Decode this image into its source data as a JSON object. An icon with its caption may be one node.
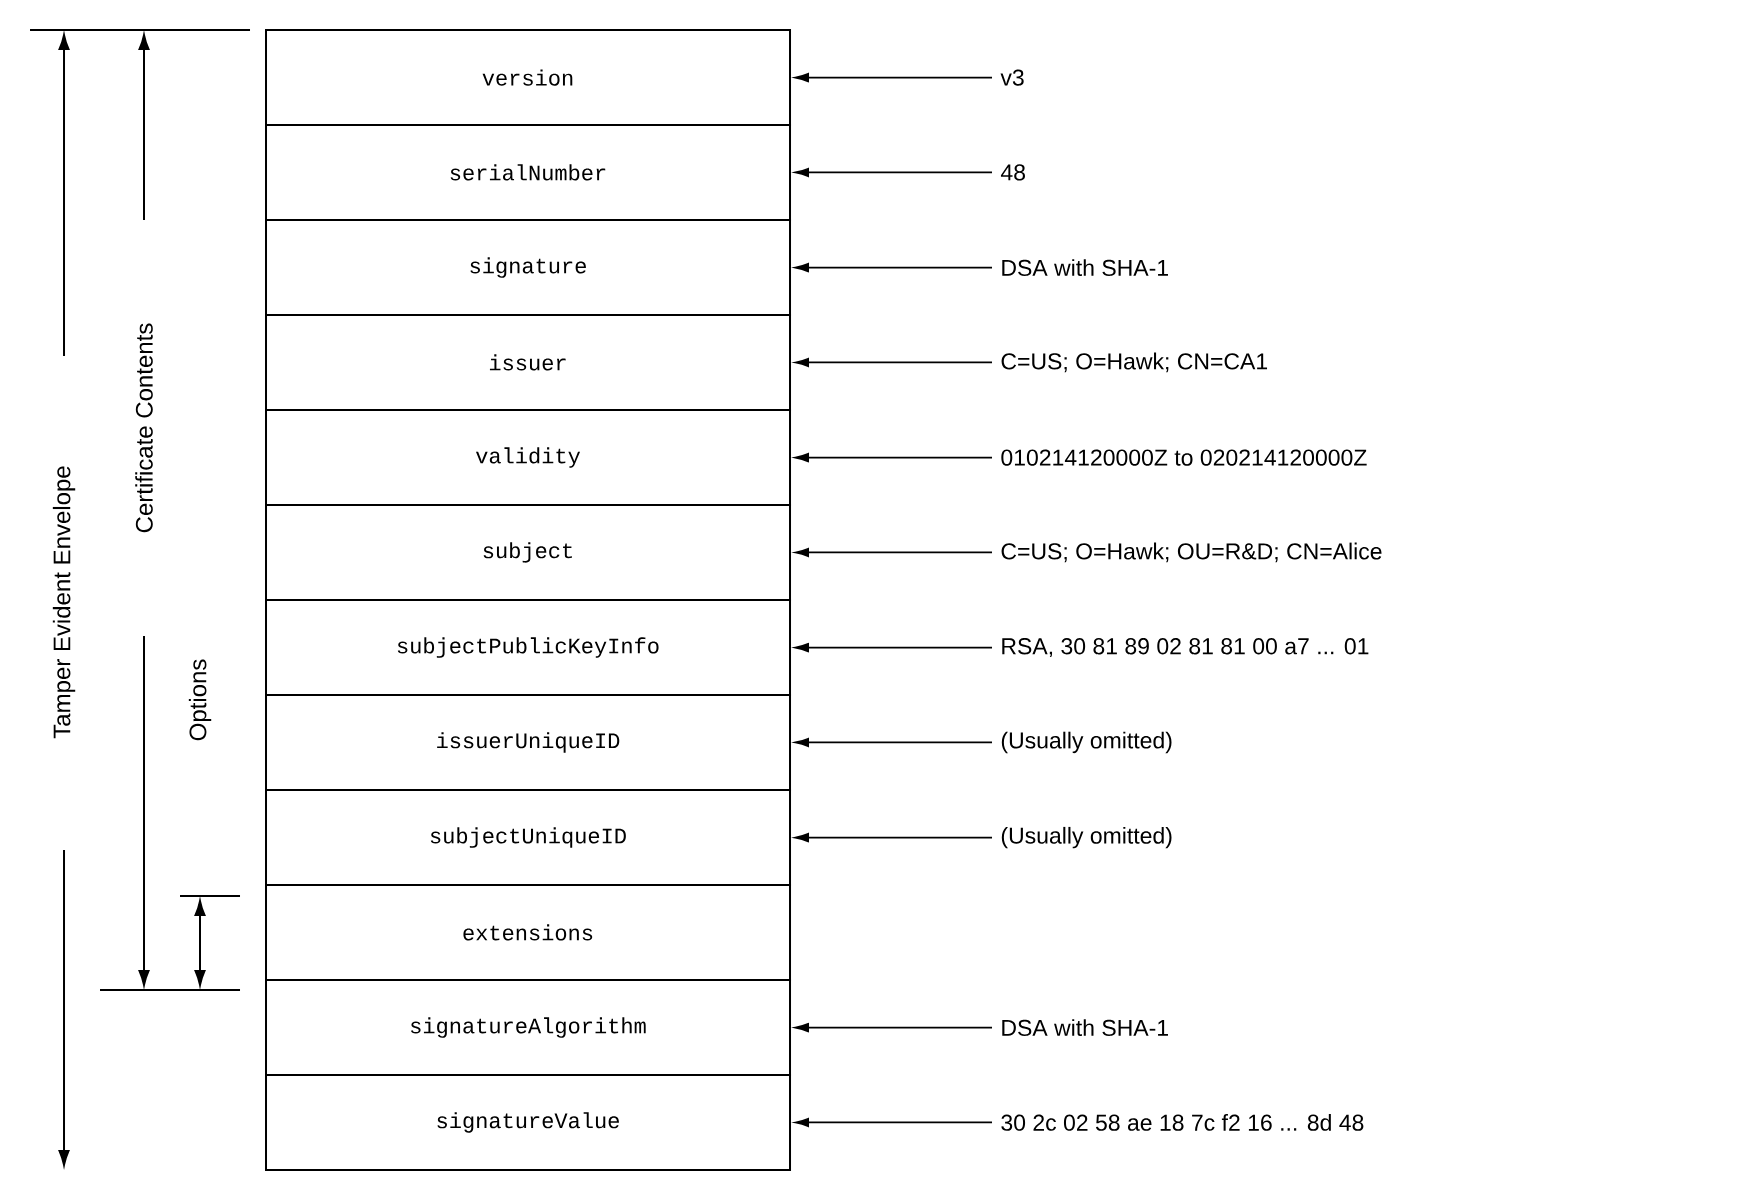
{
  "diagram": {
    "nodes": [
      {
        "text": [
          "version"
        ]
      },
      {
        "text": [
          "serialNumber"
        ]
      },
      {
        "text": [
          "signature"
        ]
      },
      {
        "text": [
          "issuer"
        ]
      },
      {
        "text": [
          "validity"
        ]
      },
      {
        "text": [
          "subject"
        ]
      },
      {
        "text": [
          "subjectPublicKeyInfo"
        ]
      },
      {
        "text": [
          "issuerUniqueID"
        ]
      },
      {
        "text": [
          "subjectUniqueID"
        ]
      },
      {
        "text": [
          "extensions"
        ]
      },
      {
        "text": [
          "signatureAlgorithm"
        ]
      },
      {
        "text": [
          "signatureValue"
        ]
      },
      {
        "text": [
          "v3"
        ]
      },
      {
        "text": [
          "48"
        ]
      },
      {
        "text": [
          "DSA with SHA-1"
        ]
      },
      {
        "text": [
          "C=US; O=Hawk; CN=CA1"
        ]
      },
      {
        "text": [
          "010214120000Z to 020214120000Z"
        ]
      },
      {
        "text": [
          "C=US; O=Hawk; OU=R&D; CN=Alice"
        ]
      },
      {
        "text": [
          "RSA, 30 81 89 02 81 81 00 a7 ... 01"
        ]
      },
      {
        "text": [
          "(Usually omitted)"
        ]
      },
      {
        "text": [
          "(Usually omitted)"
        ]
      },
      {
        "text": [
          "DSA with SHA-1"
        ]
      },
      {
        "text": [
          "30 2c 02 58 ae 18 7c f2 16 ... 8d 48"
        ]
      }
    ],
    "edges": [
      {
        "from": 12,
        "to": 0,
        "arrow": "to"
      },
      {
        "from": 13,
        "to": 1,
        "arrow": "to"
      },
      {
        "from": 14,
        "to": 2,
        "arrow": "to"
      },
      {
        "from": 15,
        "to": 3,
        "arrow": "to"
      },
      {
        "from": 16,
        "to": 4,
        "arrow": "to"
      },
      {
        "from": 17,
        "to": 5,
        "arrow": "to"
      },
      {
        "from": 18,
        "to": 6,
        "arrow": "to"
      },
      {
        "from": 19,
        "to": 7,
        "arrow": "to"
      },
      {
        "from": 20,
        "to": 8,
        "arrow": "to"
      },
      {
        "from": 21,
        "to": 10,
        "arrow": "to"
      },
      {
        "from": 22,
        "to": 11,
        "arrow": "to"
      }
    ],
    "labels": [
      "Tamper Evident Envelope",
      "Certificate Contents",
      "Options"
    ]
  }
}
